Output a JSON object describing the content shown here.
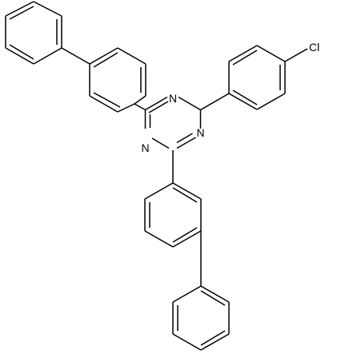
{
  "structure": {
    "atom_labels": {
      "n1": "N",
      "n2": "N",
      "n3": "N",
      "cl": "Cl"
    },
    "bond_color": "#000000",
    "background_color": "#ffffff"
  }
}
